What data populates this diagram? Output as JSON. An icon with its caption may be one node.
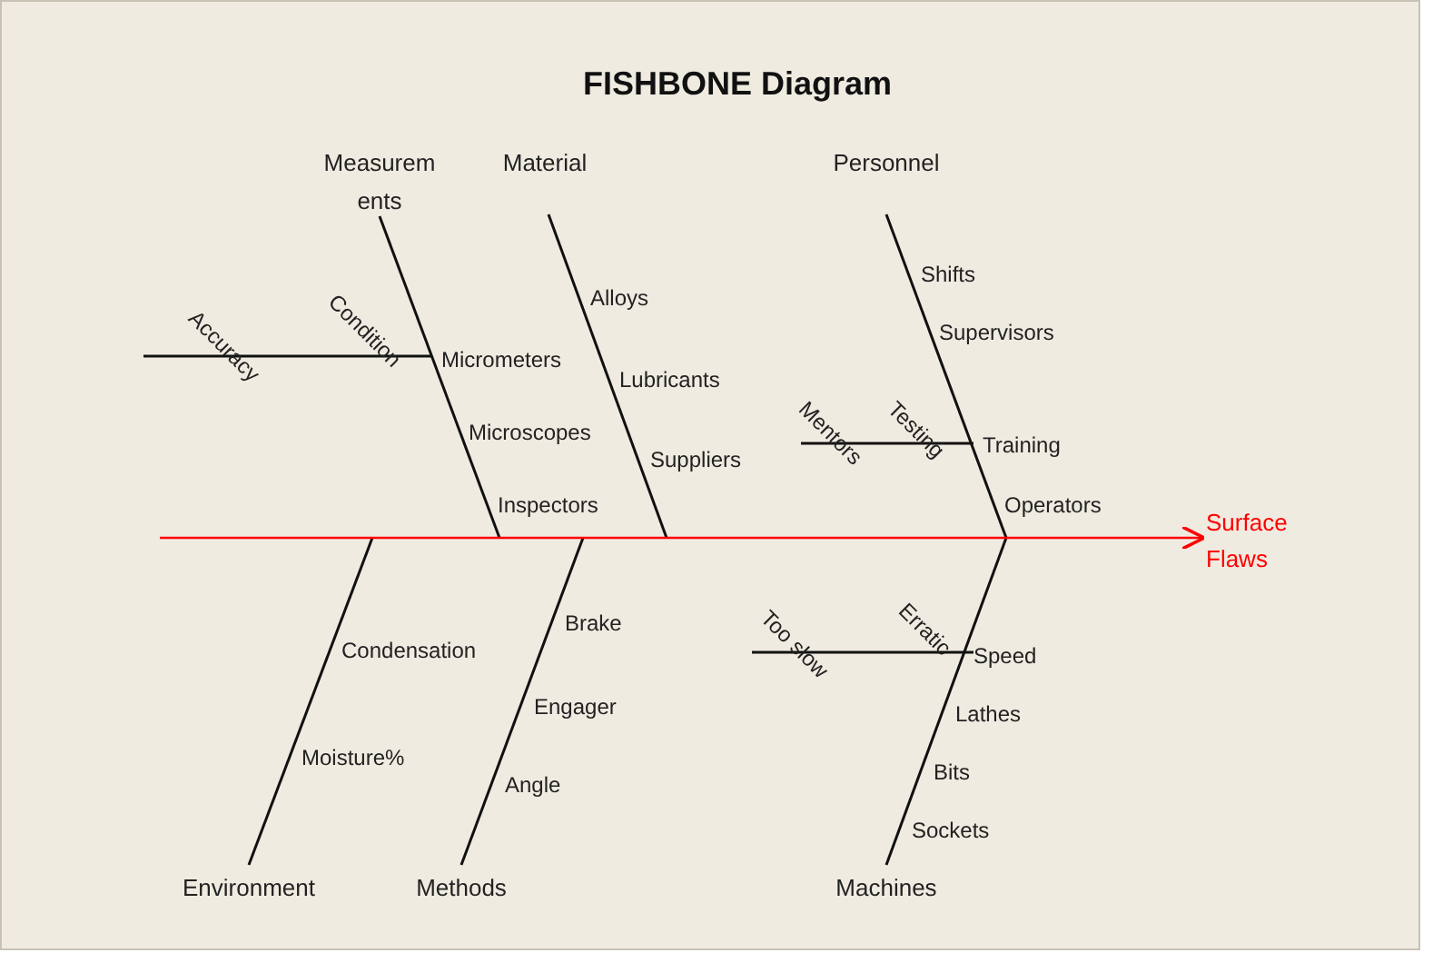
{
  "diagram": {
    "title": "FISHBONE Diagram",
    "nodes": [
      {
        "text": [
          "Measurem ents"
        ]
      },
      {
        "text": [
          "Material"
        ]
      },
      {
        "text": [
          "Personnel"
        ]
      },
      {
        "text": [
          "Environment"
        ]
      },
      {
        "text": [
          "Methods"
        ]
      },
      {
        "text": [
          "Machines"
        ]
      },
      {
        "text": [
          "Surface Flaws"
        ]
      }
    ],
    "edges": [
      {
        "from": 0,
        "to": null,
        "arrow": "none"
      },
      {
        "from": 1,
        "to": null,
        "arrow": "none"
      },
      {
        "from": 2,
        "to": null,
        "arrow": "none"
      },
      {
        "from": 3,
        "to": null,
        "arrow": "none"
      },
      {
        "from": 4,
        "to": null,
        "arrow": "none"
      },
      {
        "from": 5,
        "to": null,
        "arrow": "none"
      },
      {
        "from": null,
        "to": 6,
        "arrow": "to",
        "color": "#ff0000"
      }
    ],
    "labels": [
      "Accuracy",
      "Condition",
      "Micrometers",
      "Microscopes",
      "Inspectors",
      "Alloys",
      "Lubricants",
      "Suppliers",
      "Shifts",
      "Supervisors",
      "Mentors",
      "Testing",
      "Training",
      "Operators",
      "Condensation",
      "Moisture%",
      "Brake",
      "Engager",
      "Angle",
      "Too slow",
      "Erratic",
      "Speed",
      "Lathes",
      "Bits",
      "Sockets"
    ]
  }
}
